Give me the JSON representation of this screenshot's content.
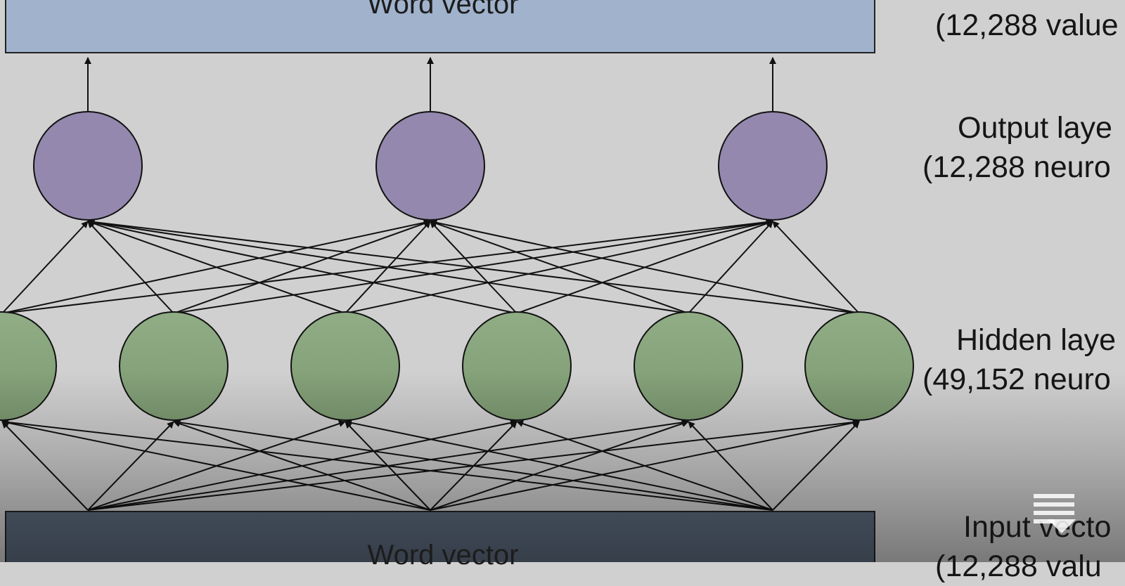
{
  "top_box": {
    "text": "Word vector",
    "color": "#a0b2cc"
  },
  "bottom_box": {
    "text": "Word vector",
    "color": "#5c6b7e"
  },
  "labels": {
    "top": {
      "line2": "(12,288 value"
    },
    "output": {
      "line1": "Output laye",
      "line2": "(12,288 neuro"
    },
    "hidden": {
      "line1": "Hidden laye",
      "line2": "(49,152 neuro"
    },
    "input": {
      "line1": "Input vecto",
      "line2": "(12,288 valu"
    }
  },
  "colors": {
    "output_neuron": "#9488ae",
    "hidden_neuron": "#8aaa7f",
    "background": "#d0d0d0"
  },
  "icons": {
    "overlay": "subtitles-icon"
  }
}
